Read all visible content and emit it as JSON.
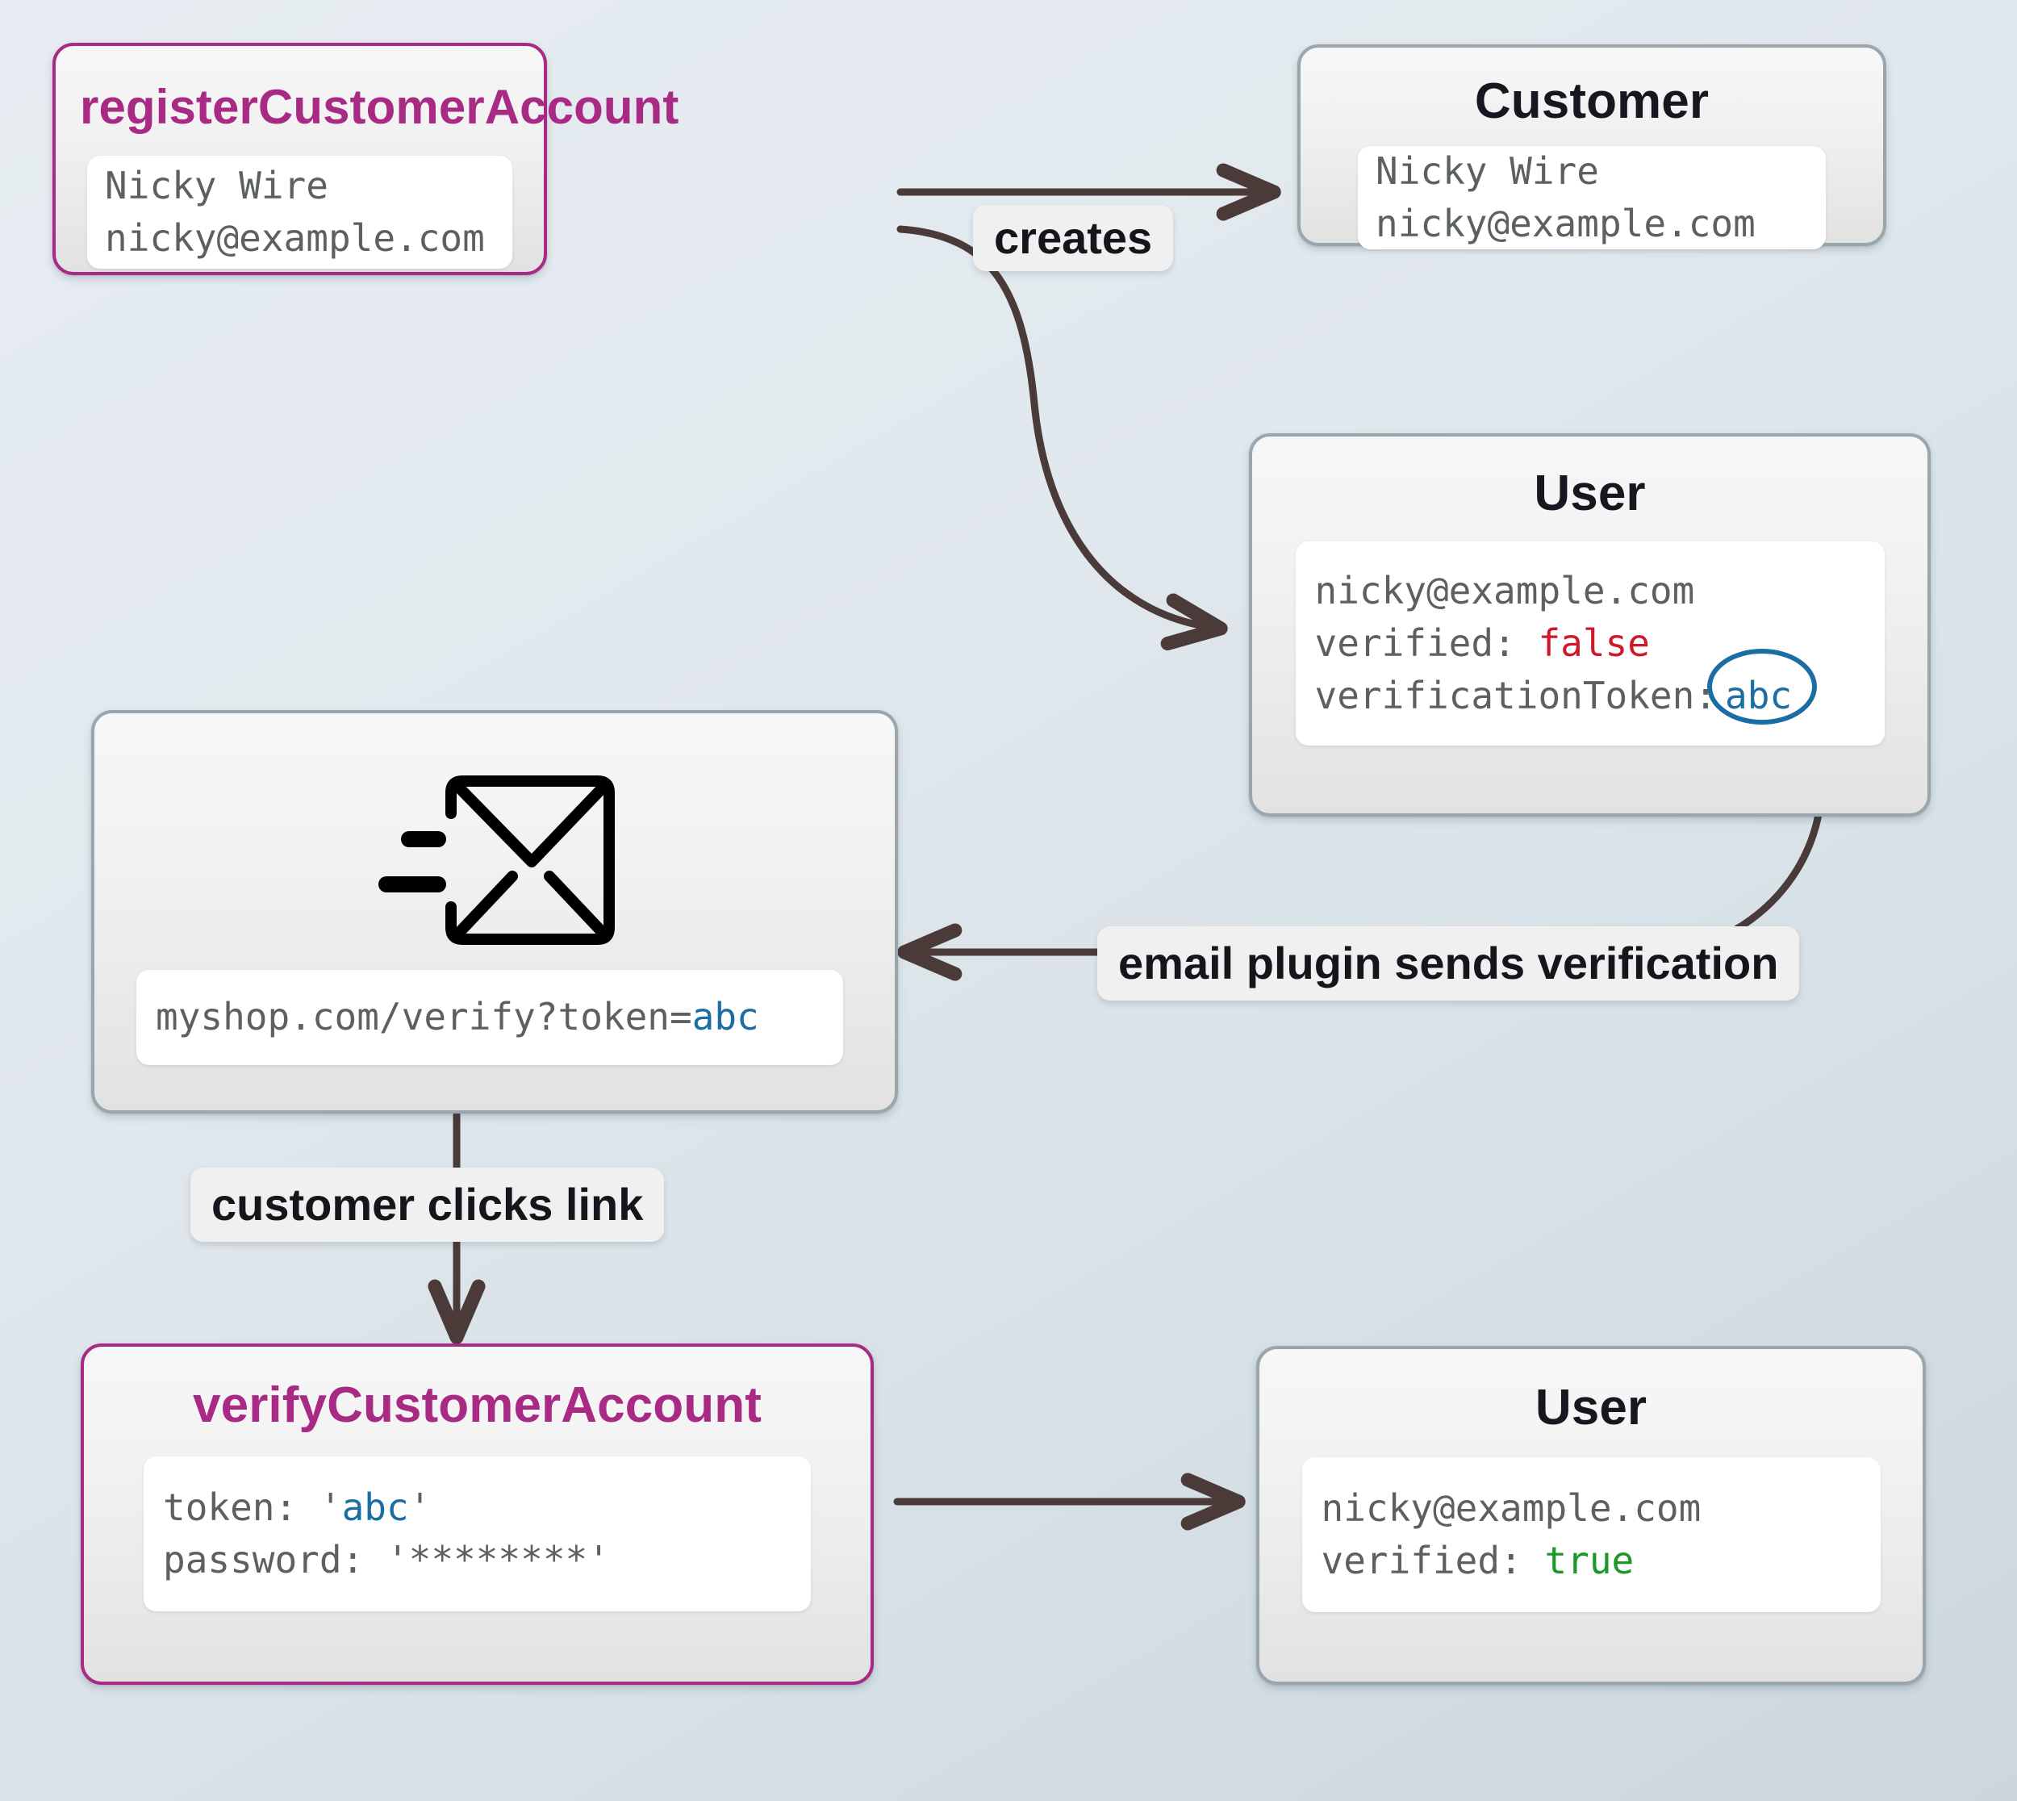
{
  "diagram": {
    "title": "Customer account registration and email verification flow",
    "colors": {
      "accent_plum": "#a82a84",
      "token_blue": "#1b6ea3",
      "false_red": "#d0182b",
      "true_green": "#1a9926",
      "edge_brown": "#4a3b38",
      "node_border_grey": "#9aa6ae",
      "background_top": "#e6ecf1",
      "background_bottom": "#ccd7dd"
    }
  },
  "nodes": {
    "register_mutation": {
      "title": "registerCustomerAccount",
      "fields": [
        "Nicky Wire",
        "nicky@example.com"
      ]
    },
    "customer_entity": {
      "title": "Customer",
      "fields": [
        "Nicky Wire",
        "nicky@example.com"
      ]
    },
    "user_unverified": {
      "title": "User",
      "email": "nicky@example.com",
      "verified_key": "verified: ",
      "verified_value": "false",
      "token_key": "verificationToken:",
      "token_value": "abc"
    },
    "email_message": {
      "icon": "send-email-icon",
      "link_prefix": "myshop.com/verify?token=",
      "link_token": "abc"
    },
    "verify_mutation": {
      "title": "verifyCustomerAccount",
      "token_key": "token: ",
      "token_quote_open": "'",
      "token_value": "abc",
      "token_quote_close": "'",
      "password_key": "password: ",
      "password_value": "'********'"
    },
    "user_verified": {
      "title": "User",
      "email": "nicky@example.com",
      "verified_key": "verified: ",
      "verified_value": "true"
    }
  },
  "edges": [
    {
      "id": "creates",
      "label": "creates",
      "from": "register_mutation",
      "to": "customer_entity"
    },
    {
      "id": "creates_user",
      "label": "creates",
      "from": "register_mutation",
      "to": "user_unverified"
    },
    {
      "id": "email_send",
      "label": "email plugin sends verification",
      "from": "user_unverified",
      "to": "email_message"
    },
    {
      "id": "click_link",
      "label": "customer clicks link",
      "from": "email_message",
      "to": "verify_mutation"
    },
    {
      "id": "verify_result",
      "label": "",
      "from": "verify_mutation",
      "to": "user_verified"
    }
  ]
}
